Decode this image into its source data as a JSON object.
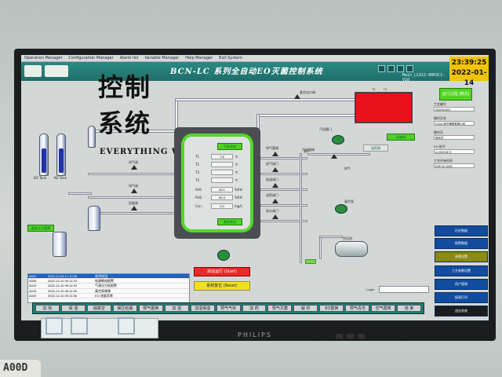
{
  "menu": [
    "Operation Manager",
    "Configuration Manager",
    "Alarm list",
    "Variable Manager",
    "Help Manager",
    "Exit System"
  ],
  "header": {
    "title": "BCN-LC 系列全自动EO灭菌控制系统",
    "doc_id": "Main_LCA12-0003C1-V10",
    "time": "23:39:25",
    "date": "2022-01-14"
  },
  "overlay": {
    "line1": "控制",
    "line2": "系统",
    "slogan": "EVERYTHING WINS"
  },
  "gases": {
    "eo_tank": "EO Tank",
    "n2_tank": "N2 Tank"
  },
  "chamber": {
    "top_tag": "气体状态",
    "bottom_tag": "真空状态",
    "rows": [
      {
        "label": "T1",
        "value": "7.6",
        "unit": "℃"
      },
      {
        "label": "T2",
        "value": "",
        "unit": "℃"
      },
      {
        "label": "T3",
        "value": "",
        "unit": "℃"
      },
      {
        "label": "T4",
        "value": "",
        "unit": "℃"
      },
      {
        "label": "RH1",
        "value": "40.1",
        "unit": "%RH"
      },
      {
        "label": "RH2",
        "value": "60.4",
        "unit": "%RH"
      },
      {
        "label": "Con.",
        "value": "0.0",
        "unit": "mg/L"
      }
    ]
  },
  "tank_red": {
    "l1": "T1",
    "l2": "T2"
  },
  "buttons": {
    "start": "启动运行 (Start)",
    "reset": "系统复位 (Reset)",
    "top_green": "运行过程 (模式)"
  },
  "info_panel": [
    {
      "label": "工艺编号",
      "value": "2022011401"
    },
    {
      "label": "操作员名",
      "value": "XXXX 医疗器械有限公司"
    },
    {
      "label": "操作员",
      "value": "操作员"
    },
    {
      "label": "EO 批号",
      "value": "A-XXXX3172"
    },
    {
      "label": "工艺开始时间",
      "value": "DSP-0C-0002"
    }
  ],
  "side_buttons": [
    "历史数据",
    "报警数据",
    "参数设置",
    "工艺参数设置",
    "用户管理",
    "报表打印",
    "退出系统"
  ],
  "alarms": [
    {
      "id": "A001",
      "time": "2022-12-09 17:19:46",
      "msg": "急停按钮"
    },
    {
      "id": "A005",
      "time": "2022-12-10 09:11:33",
      "msg": "电源断电报警"
    },
    {
      "id": "A010",
      "time": "2022-12-10 09:11:34",
      "msg": "气源压力低报警"
    },
    {
      "id": "A015",
      "time": "2022-12-10 09:11:35",
      "msg": "真空泵故障"
    },
    {
      "id": "A020",
      "time": "2022-12-10 09:11:36",
      "msg": "EO 浓度异常"
    }
  ],
  "login_label": "Login:",
  "nav": [
    "加 热",
    "保 湿",
    "抽真空",
    "保压检漏",
    "预气置换",
    "加 湿",
    "加湿保湿",
    "预气气体",
    "加 药",
    "预气灭菌",
    "解 析",
    "EO置换",
    "预气清洗",
    "空气置换",
    "结 束"
  ],
  "labels": {
    "valve_a": "泵3",
    "lock": "真空出口阀",
    "steam_valve": "汽化器门",
    "process_in": "汽化器阀",
    "storage": "真空泵",
    "comp": "空压机",
    "v1": "进气阀",
    "v2": "排气阀",
    "v3": "回收阀",
    "v4": "进液阀",
    "v5": "加药阀",
    "right_label1": "排气管阀",
    "right_label2": "进气阀门",
    "right_label3": "加湿阀门",
    "right_label4": "进药阀门",
    "right_label5": "排水阀门",
    "exhaust": "排气",
    "alarm_panel": "温度/压力报警"
  },
  "brand": "PHILIPS",
  "sticker": "A00D"
}
